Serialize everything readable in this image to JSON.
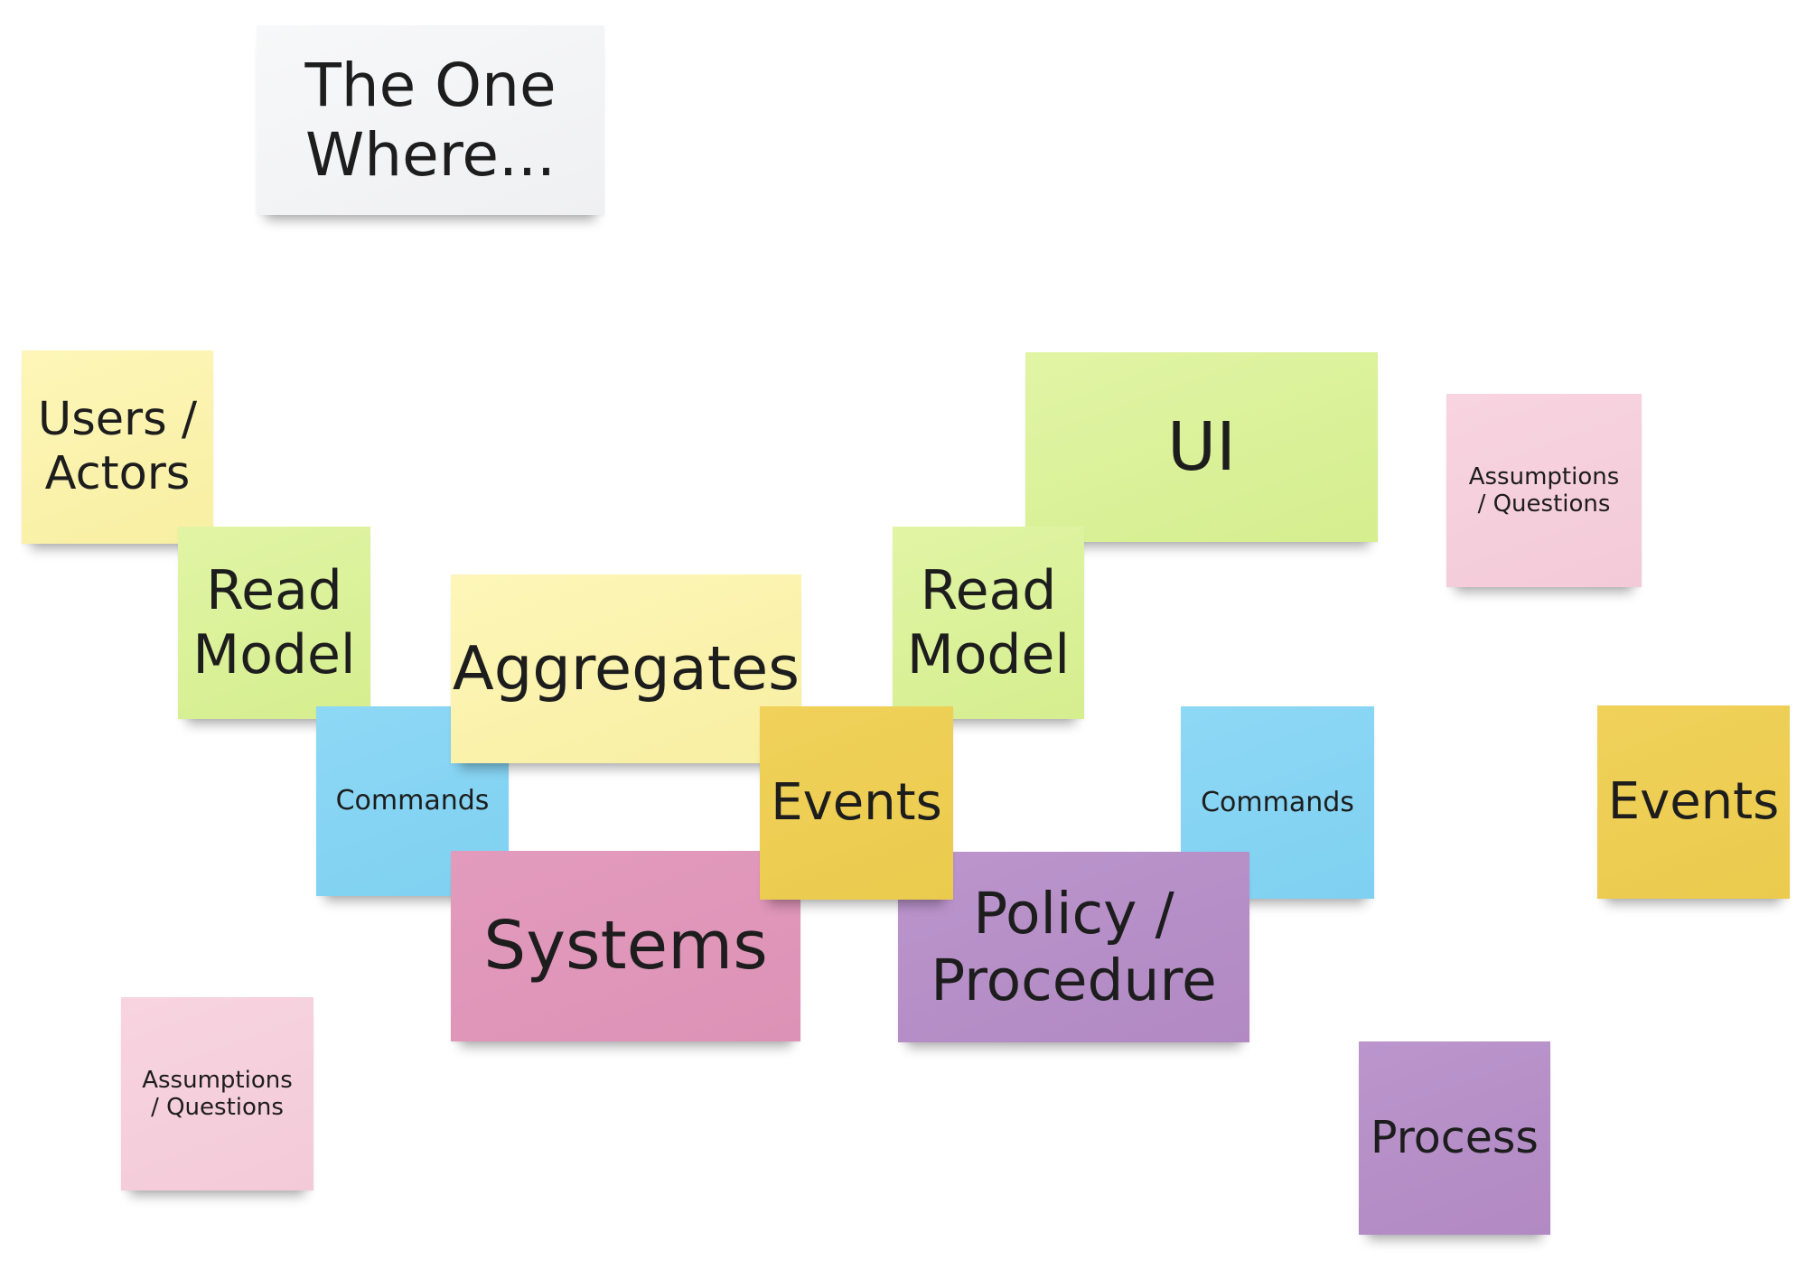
{
  "title_note": {
    "line1": "The One",
    "line2": "Where..."
  },
  "notes": {
    "users_actors": {
      "line1": "Users /",
      "line2": "Actors",
      "color": "#fbf3b0"
    },
    "ui": {
      "text": "UI",
      "color": "#dcf29a"
    },
    "assumptions_top": {
      "line1": "Assumptions",
      "line2": "/ Questions",
      "color": "#f6d0dd"
    },
    "read_model_left": {
      "line1": "Read",
      "line2": "Model",
      "color": "#dcf29a"
    },
    "aggregates": {
      "text": "Aggregates",
      "color": "#fbf3b0"
    },
    "read_model_right": {
      "line1": "Read",
      "line2": "Model",
      "color": "#dcf29a"
    },
    "commands_left": {
      "text": "Commands",
      "color": "#86d4f3"
    },
    "events_center": {
      "text": "Events",
      "color": "#edce53"
    },
    "commands_right": {
      "text": "Commands",
      "color": "#86d4f3"
    },
    "events_right": {
      "text": "Events",
      "color": "#edce53"
    },
    "systems": {
      "text": "Systems",
      "color": "#e097ba"
    },
    "policy_procedure": {
      "line1": "Policy /",
      "line2": "Procedure",
      "color": "#b78fc8"
    },
    "assumptions_bottom": {
      "line1": "Assumptions",
      "line2": "/ Questions",
      "color": "#f6d0dd"
    },
    "process": {
      "text": "Process",
      "color": "#b78fc8"
    }
  }
}
